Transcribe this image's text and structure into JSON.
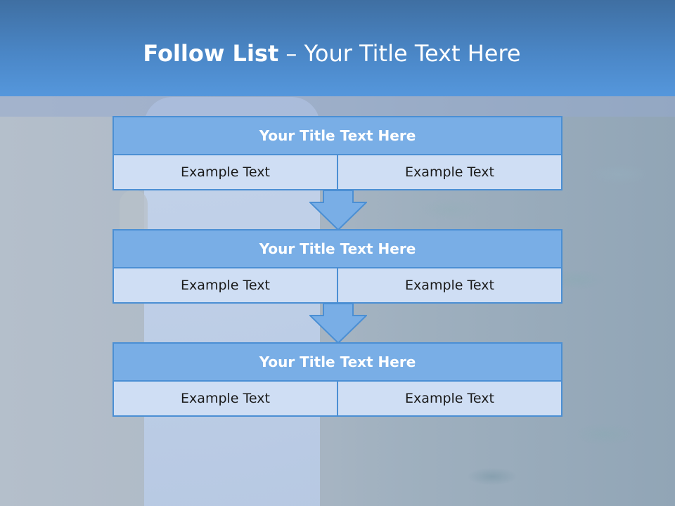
{
  "slide": {
    "title_bold": "Follow List",
    "title_rest": " – Your Title Text Here"
  },
  "blocks": [
    {
      "title": "Your Title Text Here",
      "left": "Example Text",
      "right": "Example Text"
    },
    {
      "title": "Your Title Text Here",
      "left": "Example Text",
      "right": "Example Text"
    },
    {
      "title": "Your Title Text Here",
      "left": "Example Text",
      "right": "Example Text"
    }
  ],
  "colors": {
    "header": "#4a86c6",
    "block_title": "#79aee6",
    "block_cell": "#cfdef4",
    "border": "#4b8fd4"
  }
}
